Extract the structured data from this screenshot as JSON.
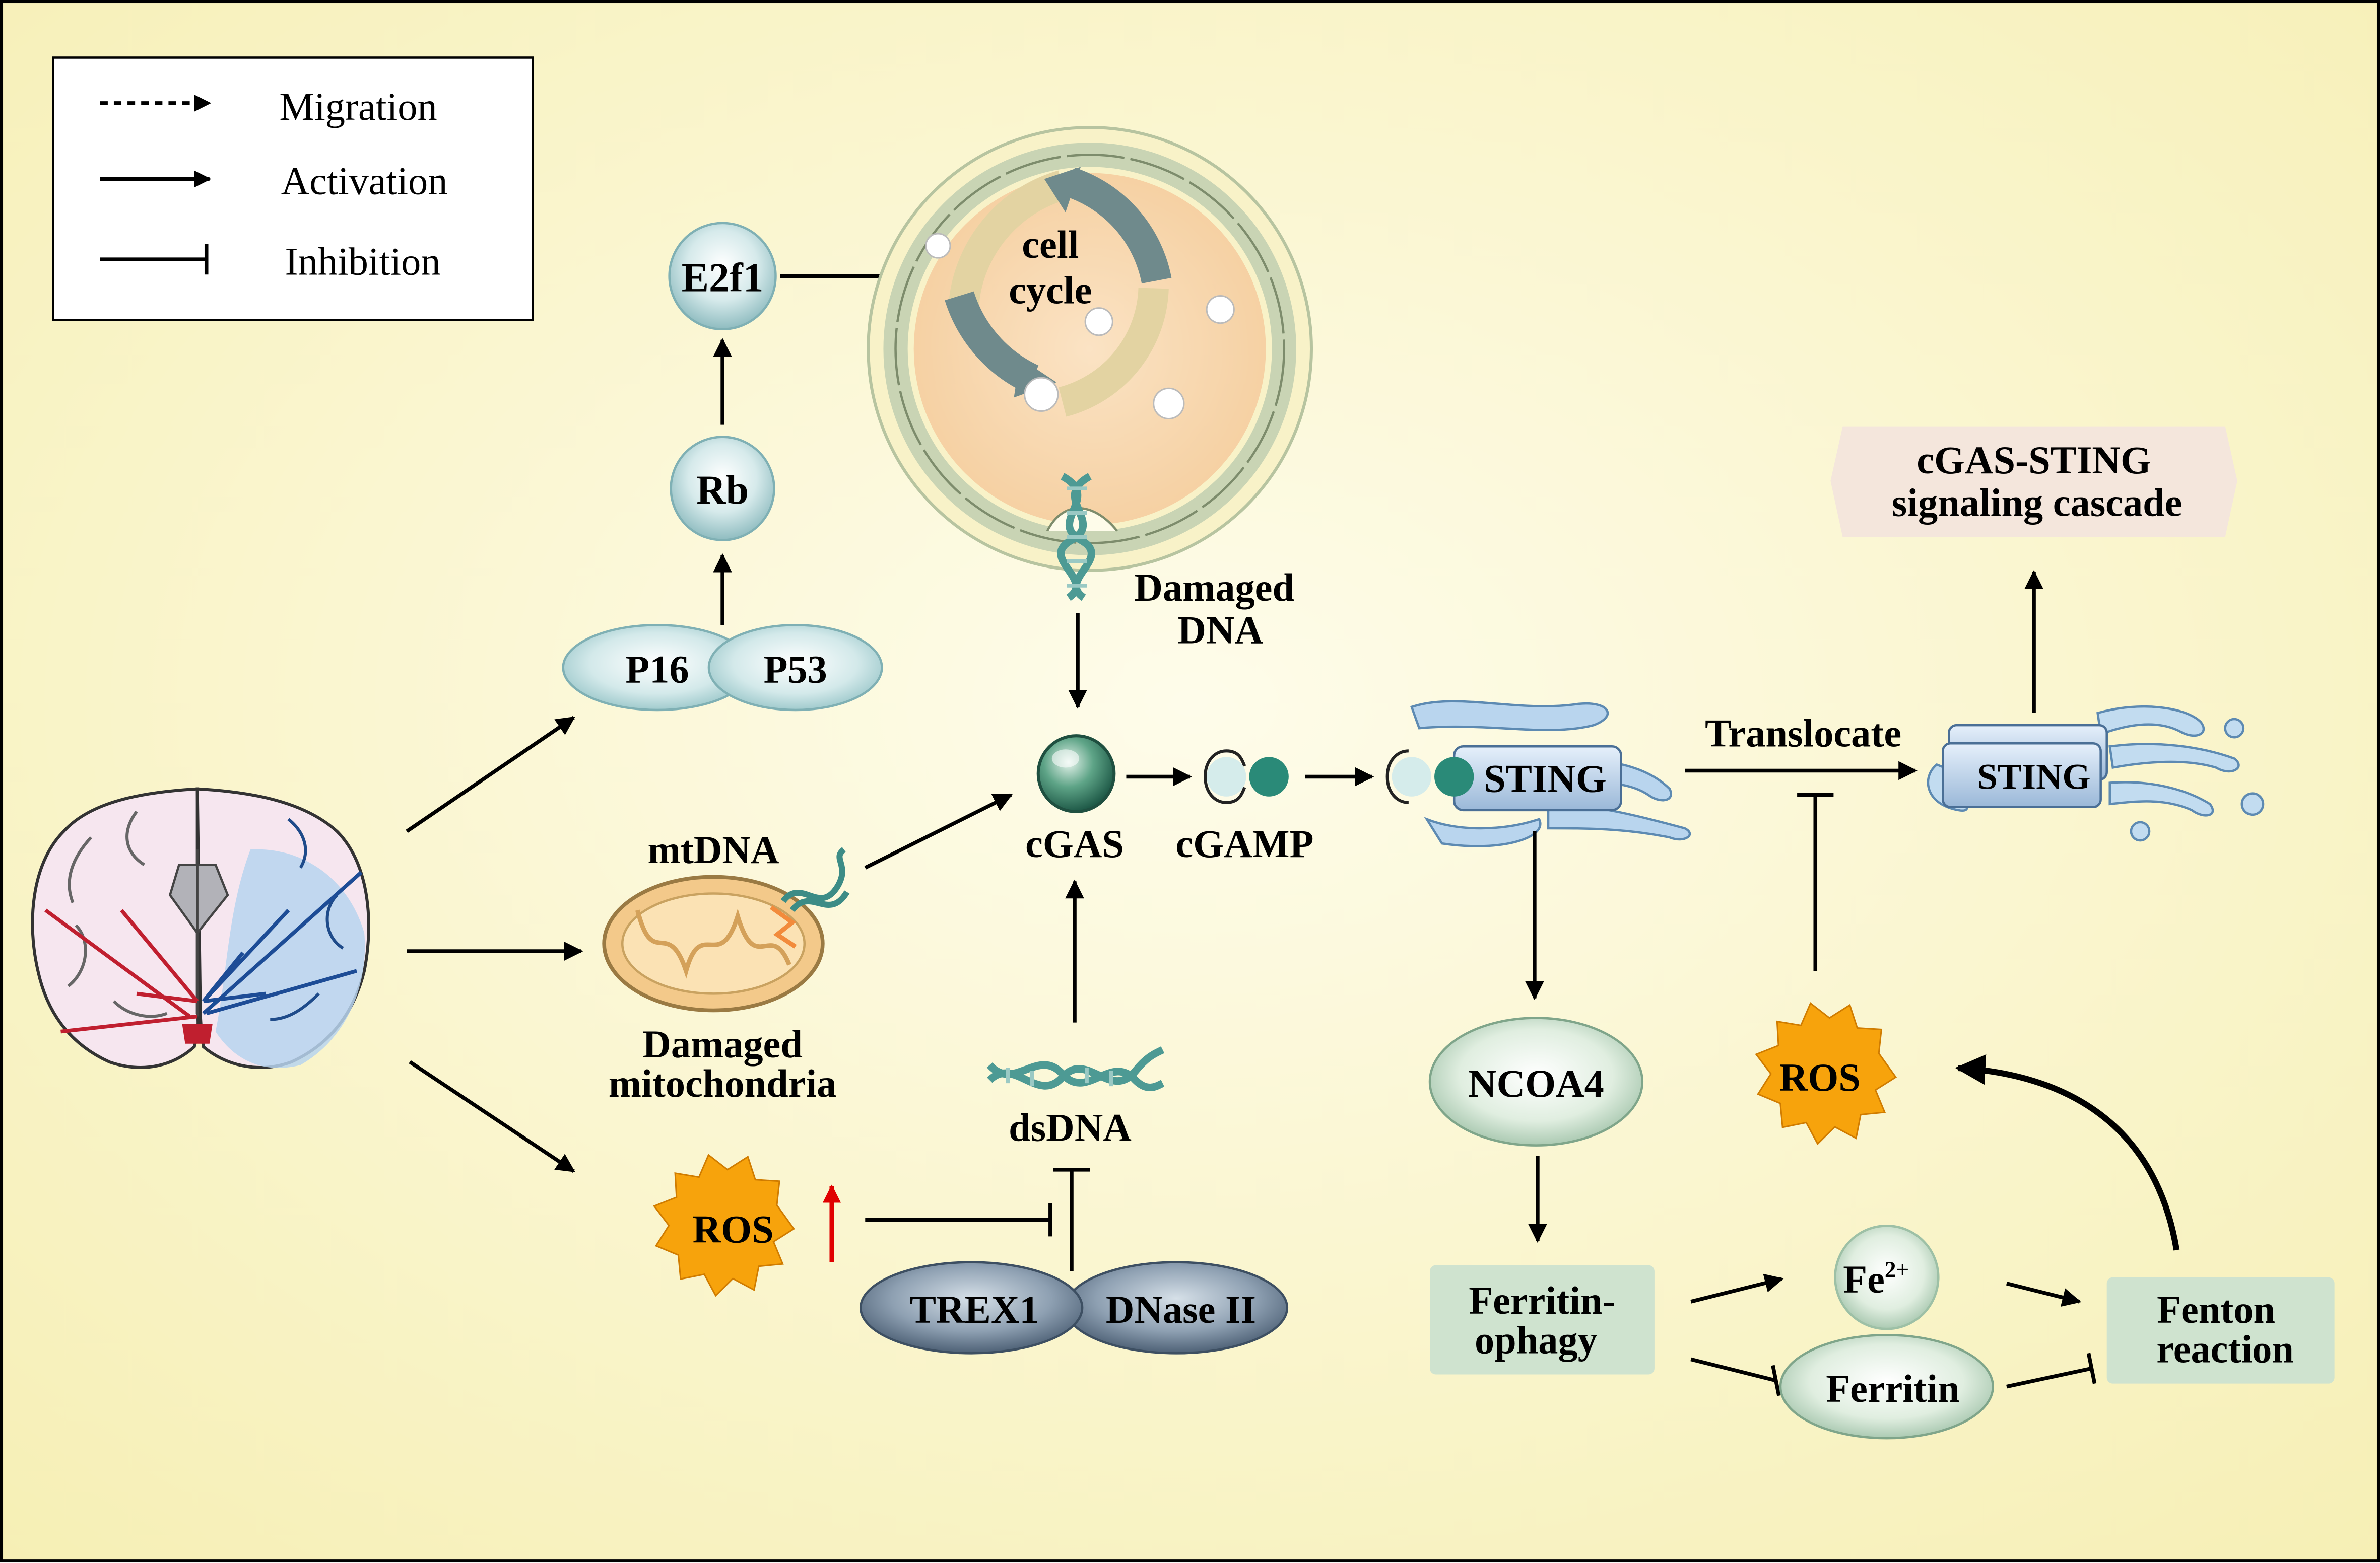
{
  "legend": {
    "migration": "Migration",
    "activation": "Activation",
    "inhibition": "Inhibition"
  },
  "nodes": {
    "e2f1": "E2f1",
    "rb": "Rb",
    "p16": "P16",
    "p53": "P53",
    "cell_cycle_line1": "cell",
    "cell_cycle_line2": "cycle",
    "damaged_dna_line1": "Damaged",
    "damaged_dna_line2": "DNA",
    "mtdna": "mtDNA",
    "damaged_mito_line1": "Damaged",
    "damaged_mito_line2": "mitochondria",
    "cgas": "cGAS",
    "cgamp": "cGAMP",
    "sting_er": "STING",
    "translocate": "Translocate",
    "sting_golgi": "STING",
    "cascade_line1": "cGAS-STING",
    "cascade_line2": "signaling cascade",
    "dsdna": "dsDNA",
    "ros_left": "ROS",
    "trex1": "TREX1",
    "dnase2": "DNase II",
    "ncoa4": "NCOA4",
    "ros_right": "ROS",
    "ferritinophagy_line1": "Ferritin-",
    "ferritinophagy_line2": "ophagy",
    "fe": "Fe",
    "fe_charge": "2+",
    "ferritin": "Ferritin",
    "fenton_line1": "Fenton",
    "fenton_line2": "reaction"
  },
  "colors": {
    "background_center": "#fdfbe6",
    "background_edge": "#f7f1b8",
    "node_teal": "#b7d8da",
    "ros_orange": "#f7a30c",
    "box_green": "#cfe3cf",
    "cascade_fill": "#f4e6dc",
    "trex_gray": "#5d7286",
    "up_arrow_red": "#e00000"
  }
}
